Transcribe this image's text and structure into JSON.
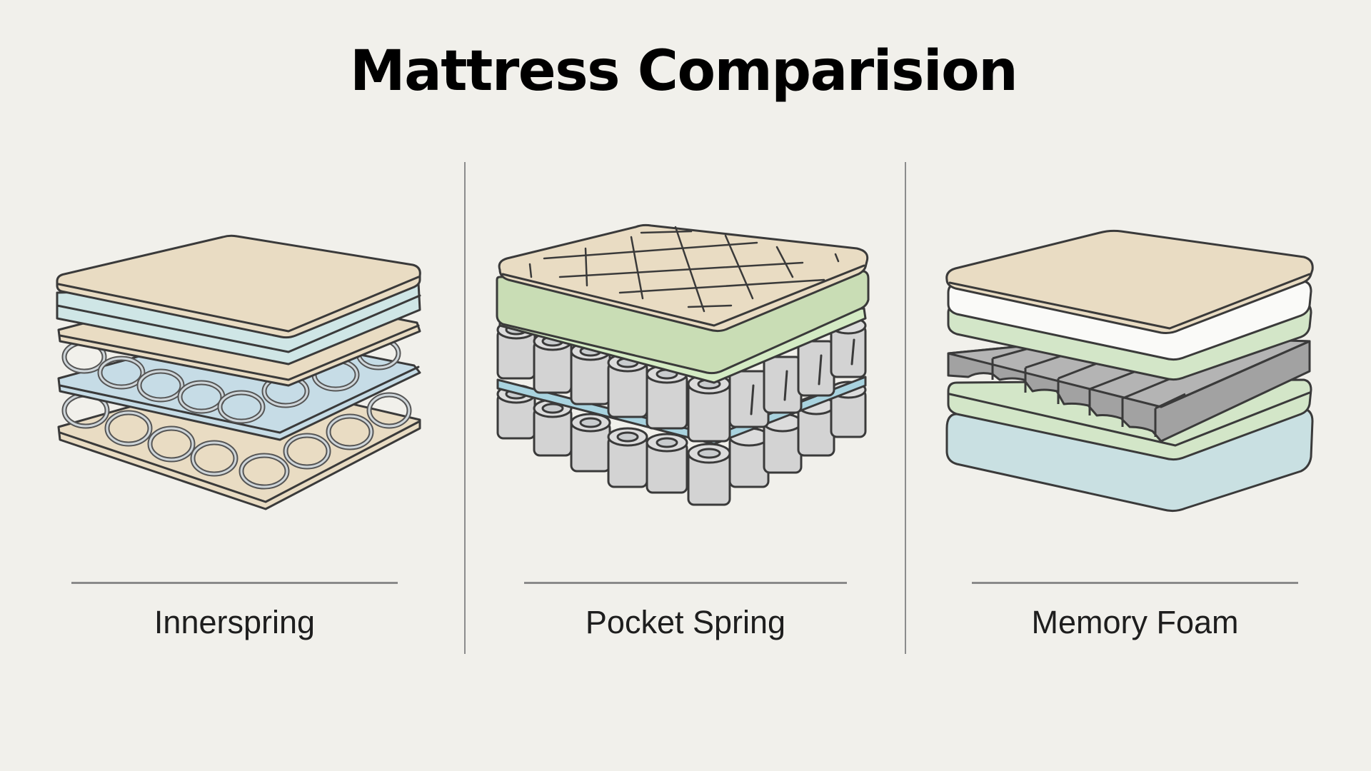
{
  "title": "Mattress Comparision",
  "colors": {
    "background": "#F1F0EB",
    "beige": "#E9DCC3",
    "light_blue": "#CFE6E6",
    "spring_blue": "#C6DCE6",
    "green": "#CFE3C2",
    "gray_coil": "#D3D3D3",
    "gray_foam": "#9E9E9E",
    "white_foam": "#FAFAF8",
    "outline": "#3A3A3A",
    "divider": "#8C8C8C"
  },
  "columns": [
    {
      "id": "innerspring",
      "label": "Innerspring",
      "illustration": "innerspring-mattress-cutaway"
    },
    {
      "id": "pocket-spring",
      "label": "Pocket Spring",
      "illustration": "pocket-spring-mattress-cutaway"
    },
    {
      "id": "memory-foam",
      "label": "Memory Foam",
      "illustration": "memory-foam-mattress-cutaway"
    }
  ]
}
